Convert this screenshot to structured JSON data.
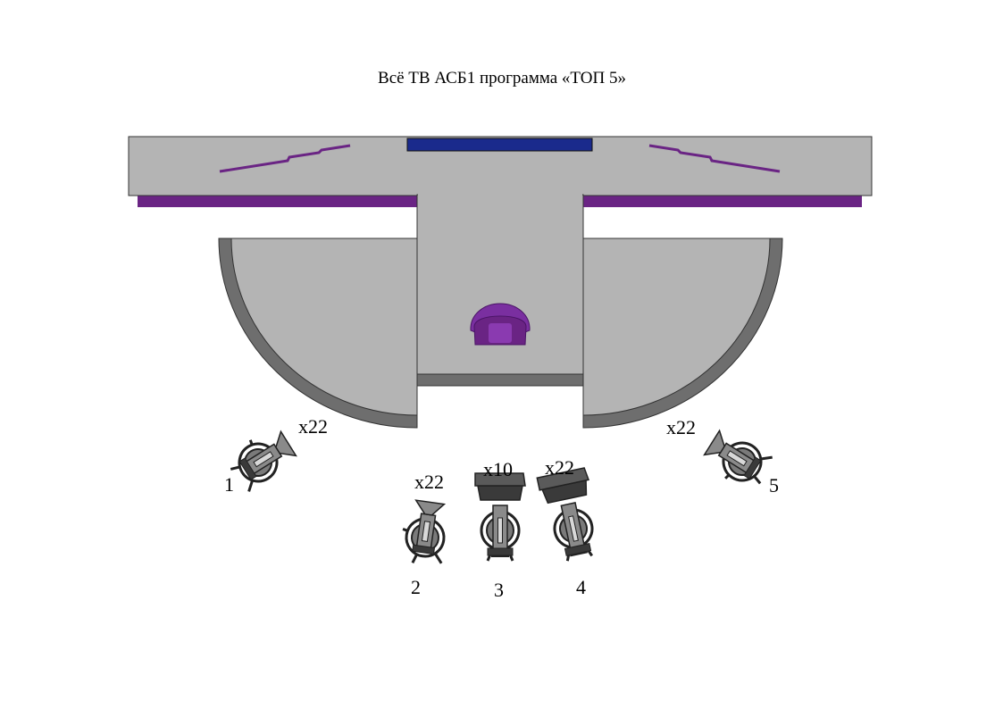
{
  "title": "Всё ТВ АСБ1 программа «ТОП 5»",
  "colors": {
    "floor": "#b4b4b4",
    "floor_edge": "#6e6e6e",
    "purple": "#6a2484",
    "seat_purple": "#7a2fa0",
    "screen_blue": "#1a2a8c",
    "camera_dark": "#3a3a3a",
    "camera_mid": "#7a7a7a"
  },
  "cameras": [
    {
      "id": "1",
      "number_label": "1",
      "zoom_label": "x22",
      "type": "tripod"
    },
    {
      "id": "2",
      "number_label": "2",
      "zoom_label": "x22",
      "type": "tripod"
    },
    {
      "id": "3",
      "number_label": "3",
      "zoom_label": "x10",
      "type": "pedestal"
    },
    {
      "id": "4",
      "number_label": "4",
      "zoom_label": "x22",
      "type": "pedestal"
    },
    {
      "id": "5",
      "number_label": "5",
      "zoom_label": "x22",
      "type": "tripod"
    }
  ],
  "icons": {
    "camera": "tv-camera-icon",
    "chair": "presenter-chair-icon"
  }
}
